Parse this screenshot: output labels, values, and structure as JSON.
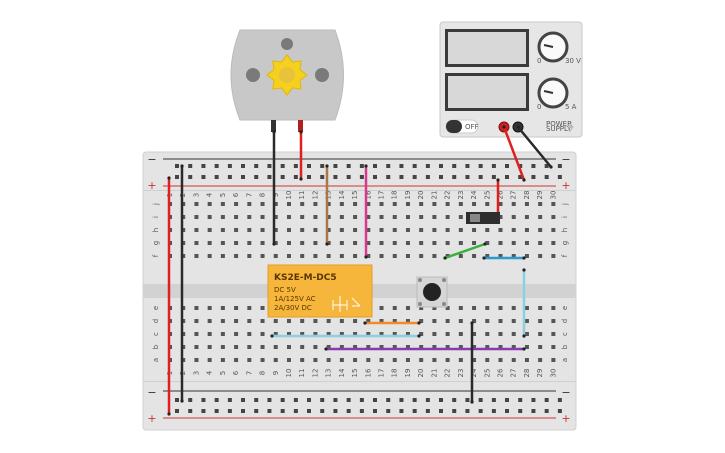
{
  "breadboard": {
    "rows_top": [
      "j",
      "i",
      "h",
      "g",
      "f"
    ],
    "rows_bottom": [
      "e",
      "d",
      "c",
      "b",
      "a"
    ],
    "column_count": 30,
    "rail_plus": "+",
    "rail_minus": "−"
  },
  "relay": {
    "model": "KS2E-M-DC5",
    "lines": [
      "DC 5V",
      "1A/125V AC",
      "2A/30V DC"
    ],
    "color": "#f6b63c"
  },
  "power_supply": {
    "switch_label": "OFF",
    "knob1_labels": [
      "0",
      "30 V"
    ],
    "knob2_labels": [
      "0",
      "5 A"
    ],
    "brand_text": [
      "POWER",
      "SUPPLY"
    ]
  },
  "colors": {
    "red": "#e02020",
    "black": "#2a2a2a",
    "brown": "#a8784a",
    "magenta": "#d63a8c",
    "orange": "#f08a2a",
    "light_blue": "#8ccfe0",
    "purple": "#8a3ab0",
    "green": "#3ab03a",
    "blue": "#2a9ad0"
  }
}
